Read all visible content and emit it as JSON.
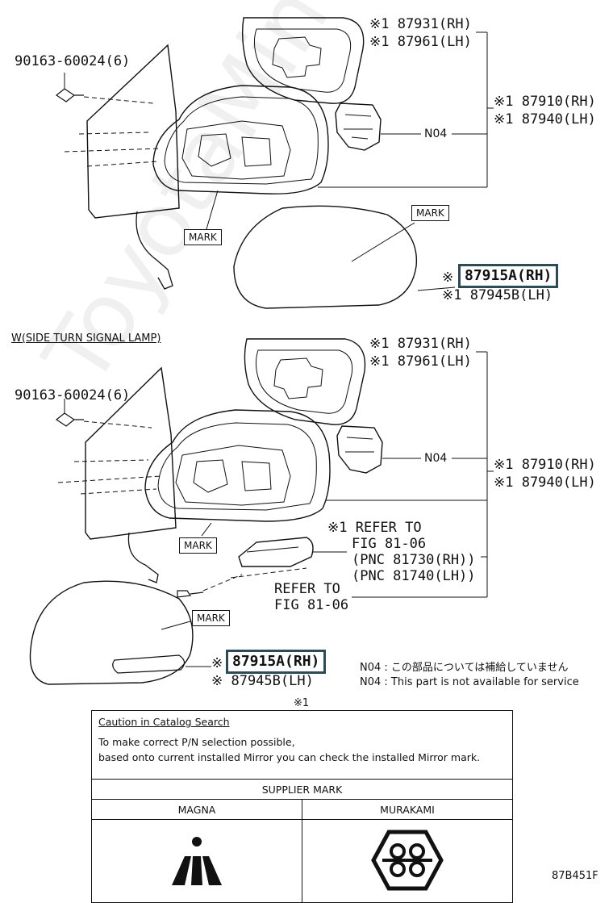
{
  "top_group": {
    "bolt_pn": "90163-60024(6)",
    "glass_rh": "※1 87931(RH)",
    "glass_lh": "※1 87961(LH)",
    "assy_rh": "※1 87910(RH)",
    "assy_lh": "※1 87940(LH)",
    "n04_label": "N04",
    "mark_left": "MARK",
    "mark_cover": "MARK",
    "cover_prefix": "※",
    "cover_rh": "87915A(RH)",
    "cover_lh": "※1 87945B(LH)"
  },
  "bottom_group": {
    "heading": "W(SIDE TURN SIGNAL LAMP)",
    "bolt_pn": "90163-60024(6)",
    "glass_rh": "※1 87931(RH)",
    "glass_lh": "※1 87961(LH)",
    "assy_rh": "※1 87910(RH)",
    "assy_lh": "※1 87940(LH)",
    "n04_label": "N04",
    "lamp_ref_1": "※1 REFER TO",
    "lamp_ref_2": "FIG 81-06",
    "lamp_ref_3": "(PNC 81730(RH))",
    "lamp_ref_4": "(PNC 81740(LH))",
    "screw_ref_1": "REFER TO",
    "screw_ref_2": "FIG 81-06",
    "mark_left": "MARK",
    "mark_cover": "MARK",
    "cover_prefix": "※",
    "cover_rh": "87915A(RH)",
    "cover_lh": "※ 87945B(LH)"
  },
  "notes": {
    "jp": "N04 :  この部品については補給していません",
    "en": "N04 :  This part is not available for service"
  },
  "table_marker": "※1",
  "caution": {
    "title": "Caution in Catalog Search",
    "line1": "To make correct P/N selection possible,",
    "line2": "based onto current installed Mirror you can check the installed Mirror mark.",
    "supplier_header": "SUPPLIER MARK",
    "col1": "MAGNA",
    "col2": "MURAKAMI"
  },
  "figure_code": "87B451F",
  "watermark": "ToyotaMine.ru",
  "colors": {
    "highlight_border": "#2e4a57",
    "line": "#111111"
  }
}
